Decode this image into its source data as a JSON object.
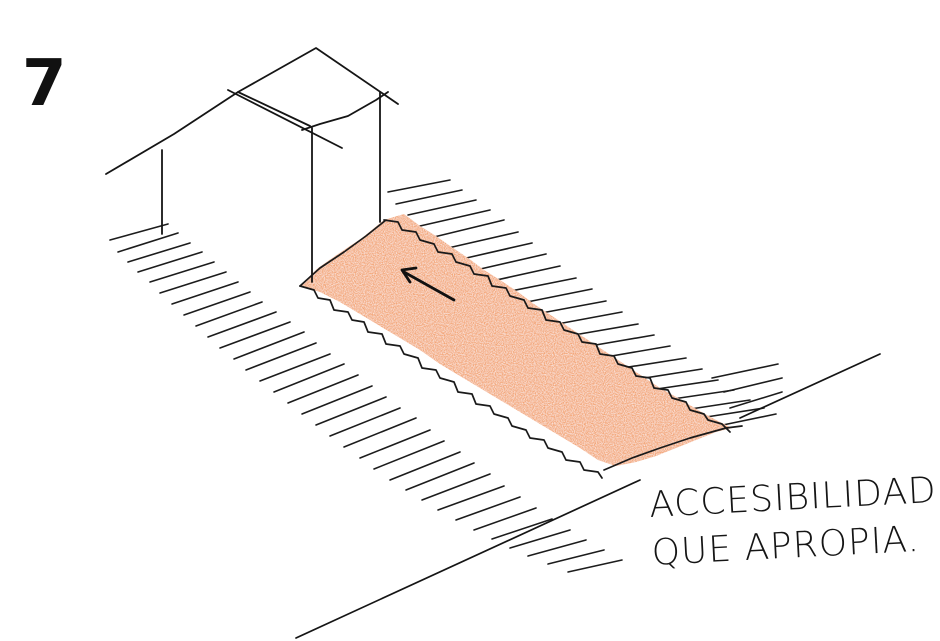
{
  "figure": {
    "number": "7",
    "caption_line1": "ACCESIBILIDAD",
    "caption_line2": "QUE APROPIA.",
    "highlight_color": "#f3a676",
    "ink_color": "#1a1a1a",
    "icons": [
      "house-sketch",
      "direction-arrow-icon"
    ]
  }
}
